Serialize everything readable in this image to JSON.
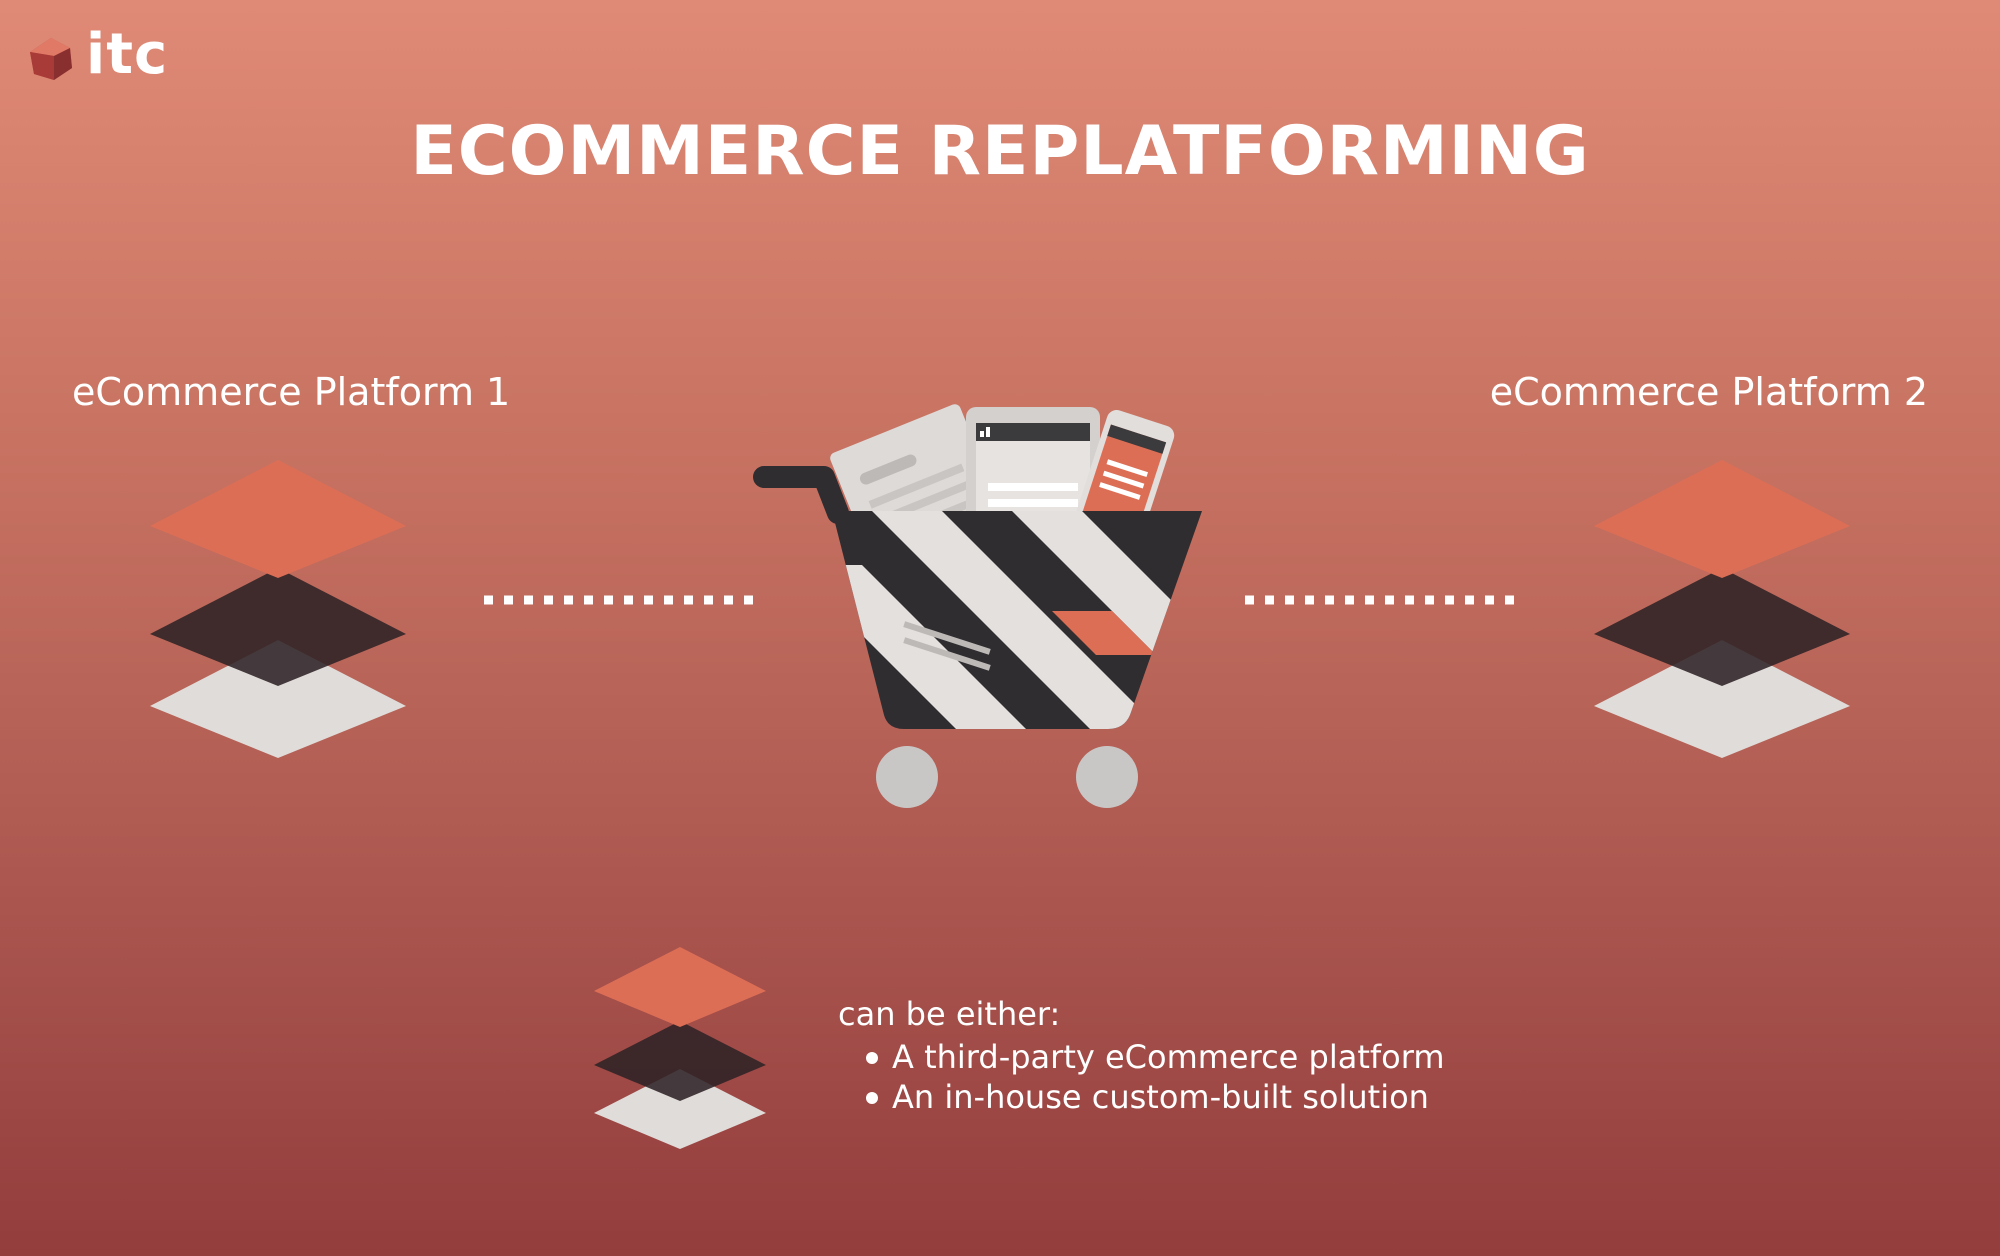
{
  "logo": {
    "text": "itc",
    "icon": "gem-icon"
  },
  "title": "ECOMMERCE REPLATFORMING",
  "platform_left": {
    "label": "eCommerce Platform 1",
    "icon": "layers-icon"
  },
  "platform_right": {
    "label": "eCommerce Platform 2",
    "icon": "layers-icon"
  },
  "center": {
    "icon": "shopping-cart-icon",
    "contents": [
      "document-icon",
      "tablet-icon",
      "smartphone-icon"
    ]
  },
  "legend": {
    "icon": "layers-icon",
    "intro": "can be either:",
    "items": [
      "A third-party eCommerce platform",
      "An in-house custom-built solution"
    ]
  },
  "colors": {
    "background_top": "#df8a76",
    "background_bottom": "#933d3d",
    "layer_top": "#dd6e56",
    "layer_middle": "#3a2b2e",
    "layer_bottom": "#e0dcd9",
    "cart": "#2f2d30",
    "wheel": "#c9c7c6"
  }
}
